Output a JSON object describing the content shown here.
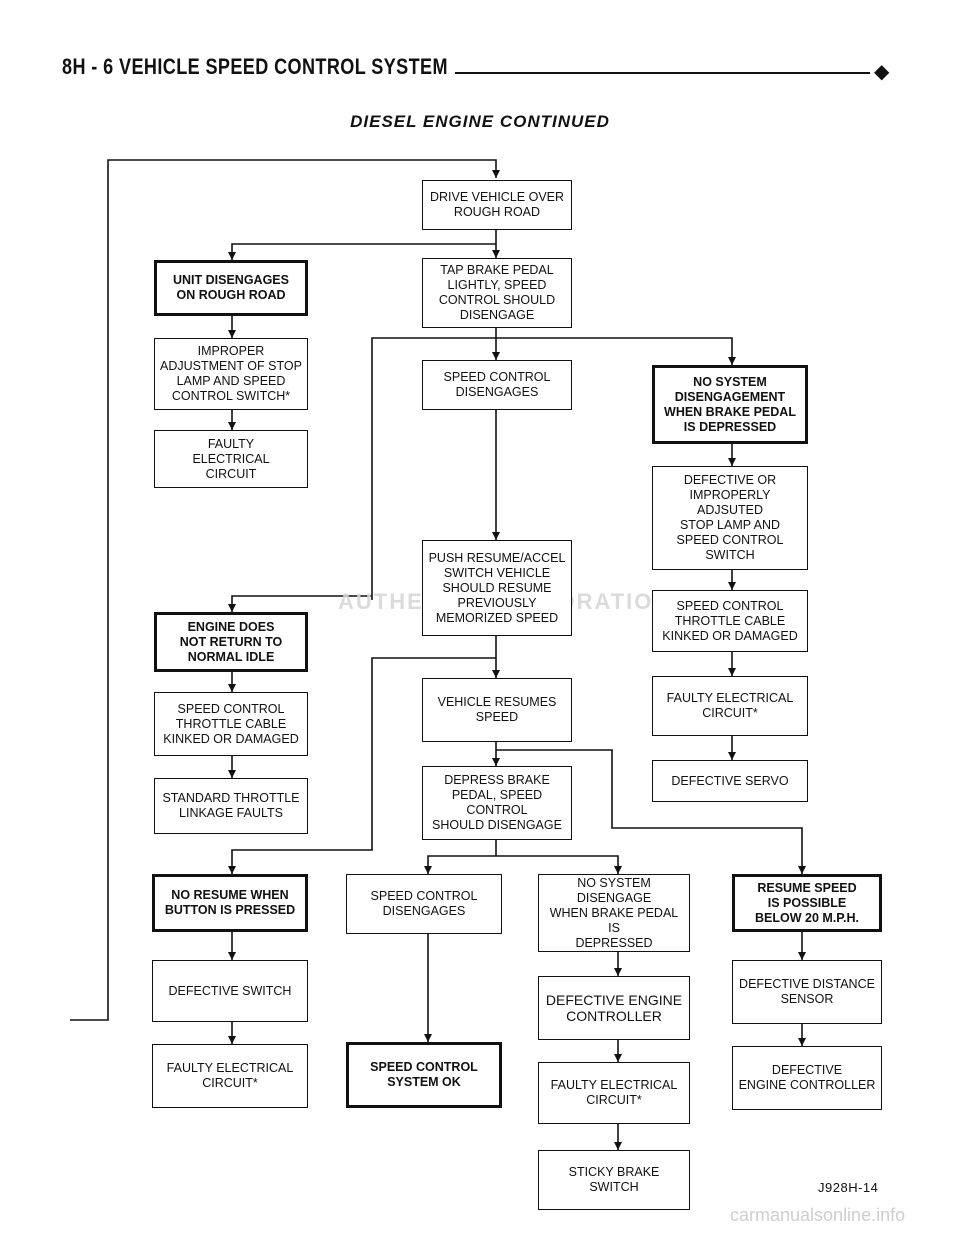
{
  "header": {
    "section": "8H - 6 VEHICLE SPEED CONTROL SYSTEM",
    "diamond": "◆",
    "subtitle": "DIESEL ENGINE CONTINUED"
  },
  "boxes": {
    "drive_rough_road": "DRIVE VEHICLE OVER\nROUGH ROAD",
    "tap_brake": "TAP BRAKE PEDAL\nLIGHTLY, SPEED\nCONTROL SHOULD\nDISENGAGE",
    "unit_disengages": "UNIT DISENGAGES\nON ROUGH ROAD",
    "improper_adjustment": "IMPROPER\nADJUSTMENT OF STOP\nLAMP AND SPEED\nCONTROL SWITCH*",
    "faulty_circuit_1": "FAULTY\nELECTRICAL\nCIRCUIT",
    "speed_control_disengages_1": "SPEED CONTROL\nDISENGAGES",
    "no_system_disengagement": "NO SYSTEM\nDISENGAGEMENT\nWHEN BRAKE PEDAL\nIS DEPRESSED",
    "defective_improperly_adjusted": "DEFECTIVE OR\nIMPROPERLY ADJSUTED\nSTOP LAMP AND\nSPEED CONTROL\nSWITCH",
    "push_resume": "PUSH RESUME/ACCEL\nSWITCH VEHICLE\nSHOULD RESUME\nPREVIOUSLY\nMEMORIZED SPEED",
    "cable_kinked_right": "SPEED CONTROL\nTHROTTLE CABLE\nKINKED OR DAMAGED",
    "engine_no_idle": "ENGINE DOES\nNOT RETURN TO\nNORMAL IDLE",
    "faulty_circuit_right": "FAULTY ELECTRICAL\nCIRCUIT*",
    "cable_kinked_left": "SPEED CONTROL\nTHROTTLE CABLE\nKINKED OR DAMAGED",
    "vehicle_resumes": "VEHICLE RESUMES\nSPEED",
    "defective_servo": "DEFECTIVE SERVO",
    "standard_linkage": "STANDARD THROTTLE\nLINKAGE FAULTS",
    "depress_brake": "DEPRESS BRAKE\nPEDAL, SPEED\nCONTROL\nSHOULD DISENGAGE",
    "no_resume_button": "NO RESUME WHEN\nBUTTON IS PRESSED",
    "speed_control_disengages_2": "SPEED CONTROL\nDISENGAGES",
    "no_system_disengage": "NO SYSTEM\nDISENGAGE\nWHEN BRAKE PEDAL IS\nDEPRESSED",
    "resume_below_20": "RESUME SPEED\nIS POSSIBLE\nBELOW 20 M.P.H.",
    "defective_switch": "DEFECTIVE SWITCH",
    "defective_engine_controller": "DEFECTIVE ENGINE\nCONTROLLER",
    "defective_distance_sensor": "DEFECTIVE DISTANCE\nSENSOR",
    "faulty_circuit_bottom_left": "FAULTY ELECTRICAL\nCIRCUIT*",
    "speed_control_ok": "SPEED CONTROL\nSYSTEM OK",
    "faulty_circuit_bottom_mid": "FAULTY ELECTRICAL\nCIRCUIT*",
    "defective_engine_controller_2": "DEFECTIVE\nENGINE CONTROLLER",
    "sticky_brake_switch": "STICKY BRAKE SWITCH"
  },
  "watermark": "AUTHENTIC RESTORATION PRODUCT",
  "figure_code": "J928H-14",
  "site": "carmanualsonline.info"
}
